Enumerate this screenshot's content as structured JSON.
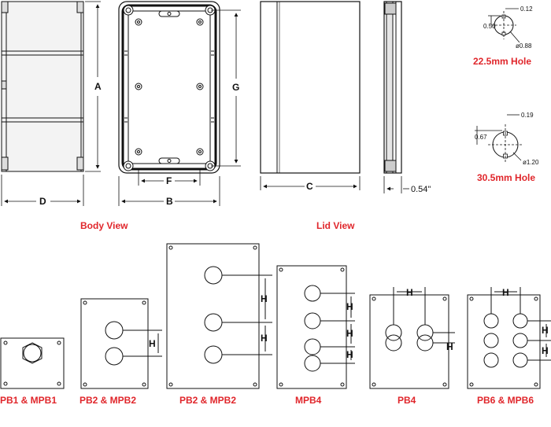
{
  "views": {
    "body_view_label": "Body View",
    "lid_view_label": "Lid View"
  },
  "dimensions": {
    "A": "A",
    "B": "B",
    "C": "C",
    "D": "D",
    "F": "F",
    "G": "G",
    "lid_thickness": "0.54\""
  },
  "holes": {
    "small": {
      "label": "22.5mm Hole",
      "offset": "0.12",
      "half_height": "0.50",
      "diameter": "ø0.88"
    },
    "large": {
      "label": "30.5mm Hole",
      "offset": "0.19",
      "half_height": "0.67",
      "diameter": "ø1.20"
    }
  },
  "layouts": {
    "spacing_label": "H",
    "items": [
      {
        "label": "PB1 & MPB1"
      },
      {
        "label": "PB2 & MPB2"
      },
      {
        "label": "PB2 & MPB2"
      },
      {
        "label": "MPB4"
      },
      {
        "label": "PB4"
      },
      {
        "label": "PB6 & MPB6"
      }
    ]
  },
  "colors": {
    "accent_red": "#e0262b",
    "line": "#111111"
  }
}
